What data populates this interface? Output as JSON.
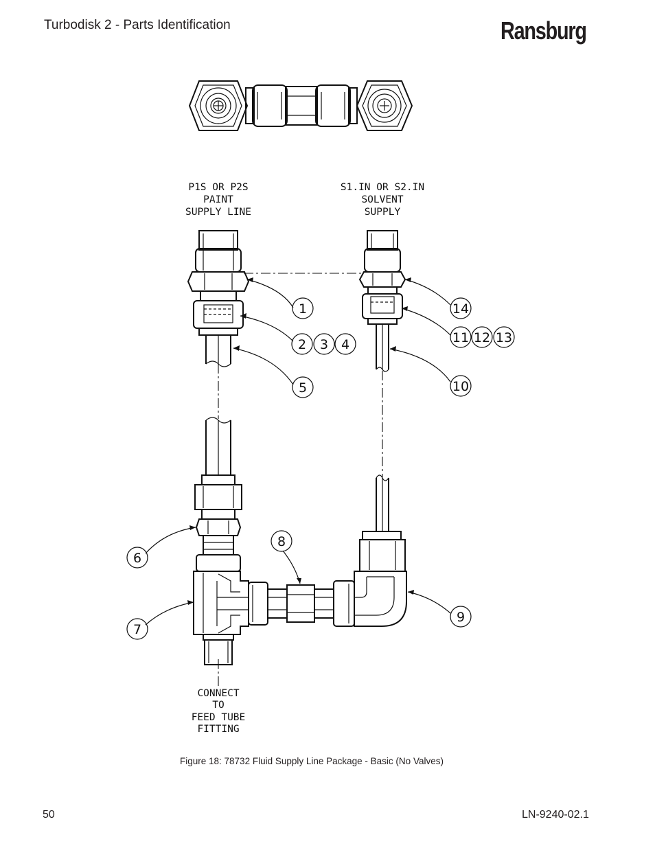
{
  "header": {
    "title": "Turbodisk 2 - Parts Identification",
    "brand": "Ransburg"
  },
  "figure": {
    "caption": "Figure 18:  78732 Fluid Supply Line Package - Basic (No Valves)",
    "labels": {
      "paint_line": [
        "P1S  OR  P2S",
        "PAINT",
        "SUPPLY  LINE"
      ],
      "solvent_line": [
        "S1.IN  OR  S2.IN",
        "SOLVENT",
        "SUPPLY"
      ],
      "connect": [
        "CONNECT",
        "TO",
        "FEED  TUBE",
        "FITTING"
      ]
    },
    "callouts": [
      "1",
      "2",
      "3",
      "4",
      "5",
      "6",
      "7",
      "8",
      "9",
      "10",
      "11",
      "12",
      "13",
      "14"
    ]
  },
  "footer": {
    "page_number": "50",
    "doc_id": "LN-9240-02.1"
  }
}
